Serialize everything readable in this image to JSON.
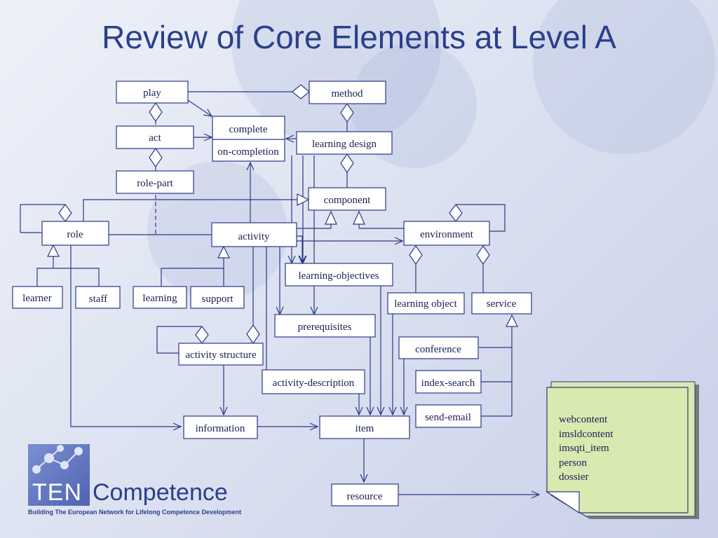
{
  "title": "Review of Core Elements at Level A",
  "boxes": {
    "play": "play",
    "method": "method",
    "act": "act",
    "complete": "complete",
    "on_completion": "on-completion",
    "learning_design": "learning design",
    "role_part": "role-part",
    "component": "component",
    "role": "role",
    "activity": "activity",
    "environment": "environment",
    "learning_objectives": "learning-objectives",
    "learner": "learner",
    "staff": "staff",
    "learning": "learning",
    "support": "support",
    "learning_object": "learning object",
    "service": "service",
    "prerequisites": "prerequisites",
    "conference": "conference",
    "activity_structure": "activity structure",
    "activity_description": "activity-description",
    "index_search": "index-search",
    "send_email": "send-email",
    "information": "information",
    "item": "item",
    "resource": "resource"
  },
  "note": {
    "lines": [
      "webcontent",
      "imsldcontent",
      "imsqti_item",
      "person",
      "dossier"
    ],
    "fill": "#d9eab0"
  },
  "logo": {
    "ten": "TEN",
    "name": "Competence",
    "tagline": "Building The European Network for Lifelong Competence Development"
  },
  "colors": {
    "line": "#2b3a87",
    "title": "#2b3f8c"
  }
}
